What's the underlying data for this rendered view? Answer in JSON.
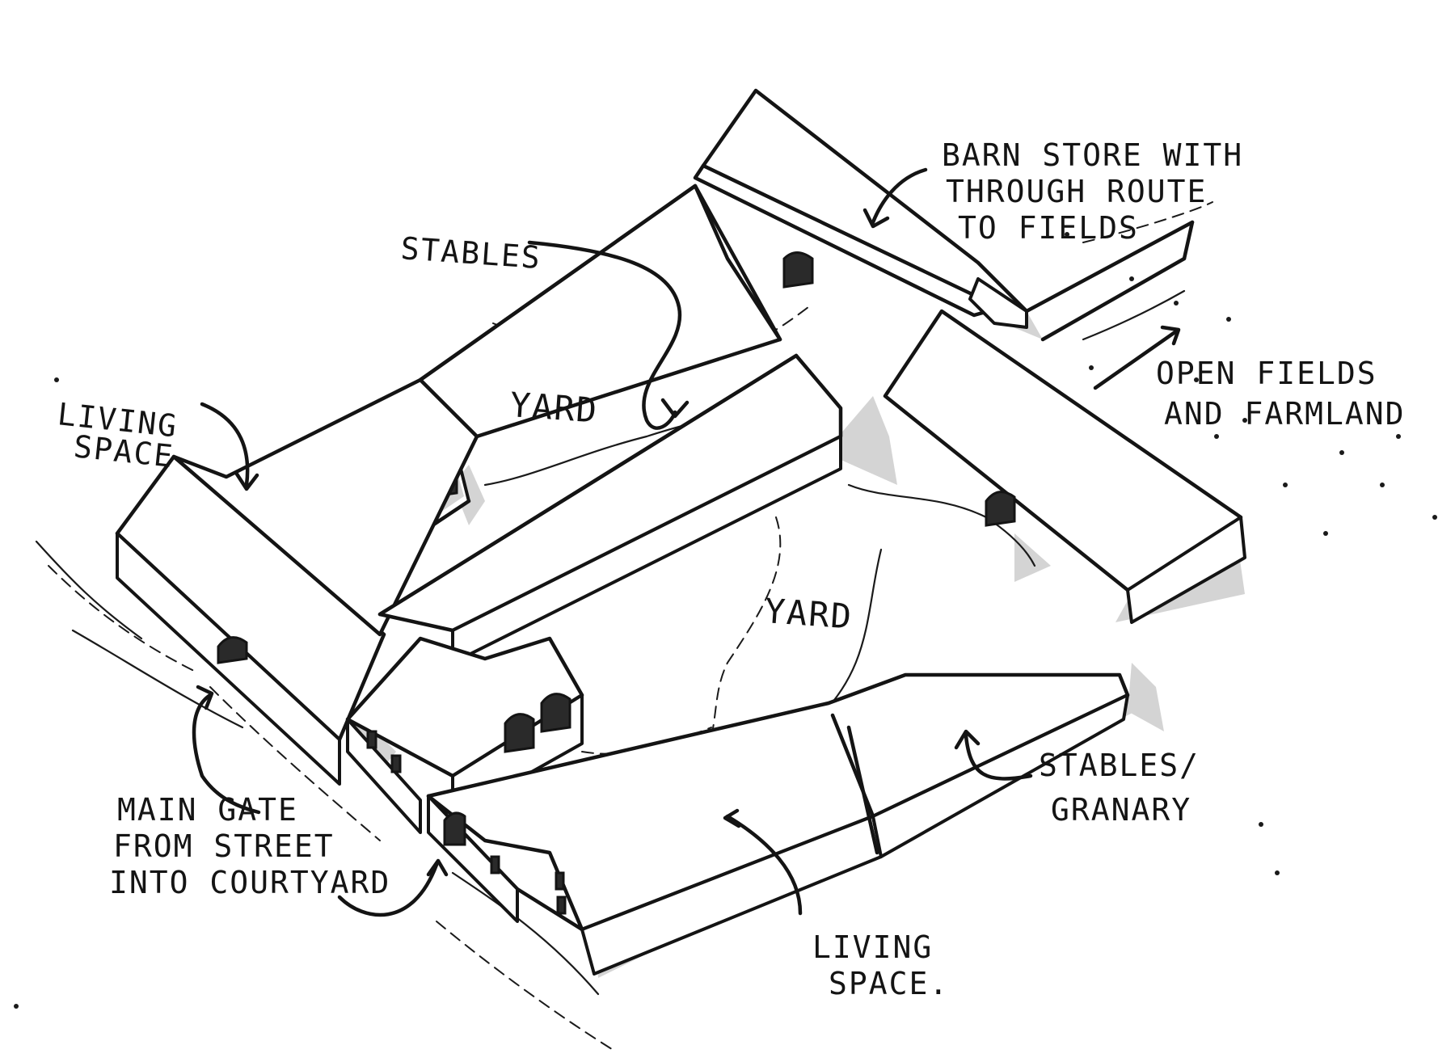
{
  "labels": {
    "stables_top": "STABLES",
    "barn_store_1": "BARN STORE WITH",
    "barn_store_2": "THROUGH ROUTE",
    "barn_store_3": "TO FIELDS",
    "living_space_left_1": "LIVING",
    "living_space_left_2": "SPACE",
    "yard_upper": "YARD",
    "yard_lower": "YARD",
    "open_fields_1": "OPEN FIELDS",
    "open_fields_2": "AND FARMLAND",
    "main_gate_1": "MAIN GATE",
    "main_gate_2": "FROM STREET",
    "main_gate_3": "INTO COURTYARD",
    "stables_granary_1": "STABLES/",
    "stables_granary_2": "GRANARY",
    "living_space_bottom_1": "LIVING",
    "living_space_bottom_2": "SPACE."
  },
  "colors": {
    "ink": "#141414",
    "shadow": "#d4d4d4",
    "paper": "#ffffff"
  }
}
